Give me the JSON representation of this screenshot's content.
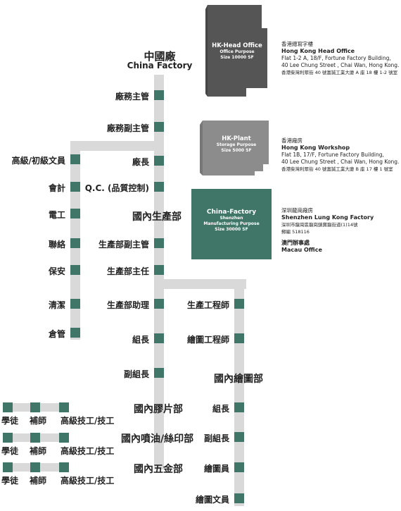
{
  "top": {
    "zh": "中國廠",
    "en": "China Factory"
  },
  "buildings": {
    "hk_head": {
      "title": "HK-Head Office",
      "purpose": "Office Purpose",
      "size": "Size 10000 SF",
      "color": "#555555"
    },
    "hk_plant": {
      "title": "HK-Plant",
      "purpose": "Storage Purpose",
      "size": "Size 5000 SF",
      "color": "#8c8c8c"
    },
    "china": {
      "title": "China-Factory",
      "city": "Shenzhen",
      "purpose": "Manufacturing Purpose",
      "size": "Size 30000 SF",
      "color": "#3f7668"
    }
  },
  "addresses": {
    "hk_head": {
      "zh_title": "香港總寫字樓",
      "en_title": "Hong Kong Head Office",
      "line1": "Flat 1-2 A, 18/F, Fortune Factory Building,",
      "line2": "40 Lee Chung Street , Chai Wan, Hong Kong.",
      "zh_addr": "香港柴灣利眾街 40 號富誠工業大廈 A 座 18 樓 1-2 號室"
    },
    "hk_plant": {
      "zh_title": "香港廠房",
      "en_title": "Hong Kong Workshop",
      "line1": "Flat 1B, 17/F, Fortune Factory Building,",
      "line2": "40 Lee Chung Street , Chai Wan, Hong Kong.",
      "zh_addr": "香港柴灣利眾街 40 號富誠工業大廈 B 座 17 樓 1 號室"
    },
    "china": {
      "zh_title": "深圳龍崗廠房",
      "en_title": "Shenzhen Lung Kong Factory",
      "line1": "深圳市龍崗區龍崗鎮寶龍街道(1)14號",
      "line2": "郵編 518116",
      "macau_zh": "澳門辦事處",
      "macau_en": "Macau Office"
    }
  },
  "main_column": {
    "factory_manager": "廠務主管",
    "deputy_factory_manager": "廠務副主管",
    "plant_head": "廠長",
    "qc": "Q.C. (品質控制)",
    "production_dept": "國內生產部",
    "prod_deputy": "生產部副主管",
    "prod_head": "生產部主任",
    "prod_assistant": "生產部助理",
    "team_lead": "組長",
    "deputy_team_lead": "副組長",
    "rubber_dept": "國內膠片部",
    "spray_dept": "國內噴油/絲印部",
    "hardware_dept": "國內五金部"
  },
  "left_column": [
    "高級/初級文員",
    "會計",
    "電工",
    "聯絡",
    "保安",
    "清潔",
    "倉管"
  ],
  "right_column": {
    "prod_engineer": "生產工程師",
    "drafting_engineer": "繪圖工程師",
    "drawing_dept": "國內繪圖部",
    "team_lead": "組長",
    "deputy_team_lead": "副組長",
    "drafter": "繪圖員",
    "drawing_clerk": "繪圖文員"
  },
  "worker_rows": {
    "apprentice": "學徒",
    "assistant": "補師",
    "technician": "高級技工/技工"
  }
}
